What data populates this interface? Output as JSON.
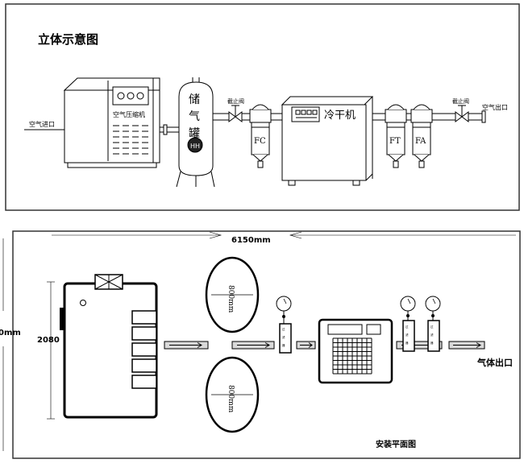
{
  "top_panel": {
    "title": "立体示意图",
    "air_inlet": "空气进口",
    "compressor_label": "空气压缩机",
    "tank_chars": [
      "储",
      "气",
      "罐"
    ],
    "valve_left": "截止阀",
    "filter_fc": "FC",
    "dryer_label": "冷干机",
    "filter_ft": "FT",
    "filter_fa": "FA",
    "valve_right": "截止阀",
    "air_outlet": "空气出口"
  },
  "bottom_panel": {
    "width_dim": "6150mm",
    "height_dim": "2080",
    "height_dim_cut": "0mm",
    "tank_dim_top": "800mm",
    "tank_dim_bottom": "800mm",
    "filter_label": "过滤器",
    "gas_outlet": "气体出口",
    "plan_title": "安装平面图"
  },
  "colors": {
    "line": "#000000",
    "pipe_fill": "#d9d9d9",
    "panel_border": "#333333"
  }
}
